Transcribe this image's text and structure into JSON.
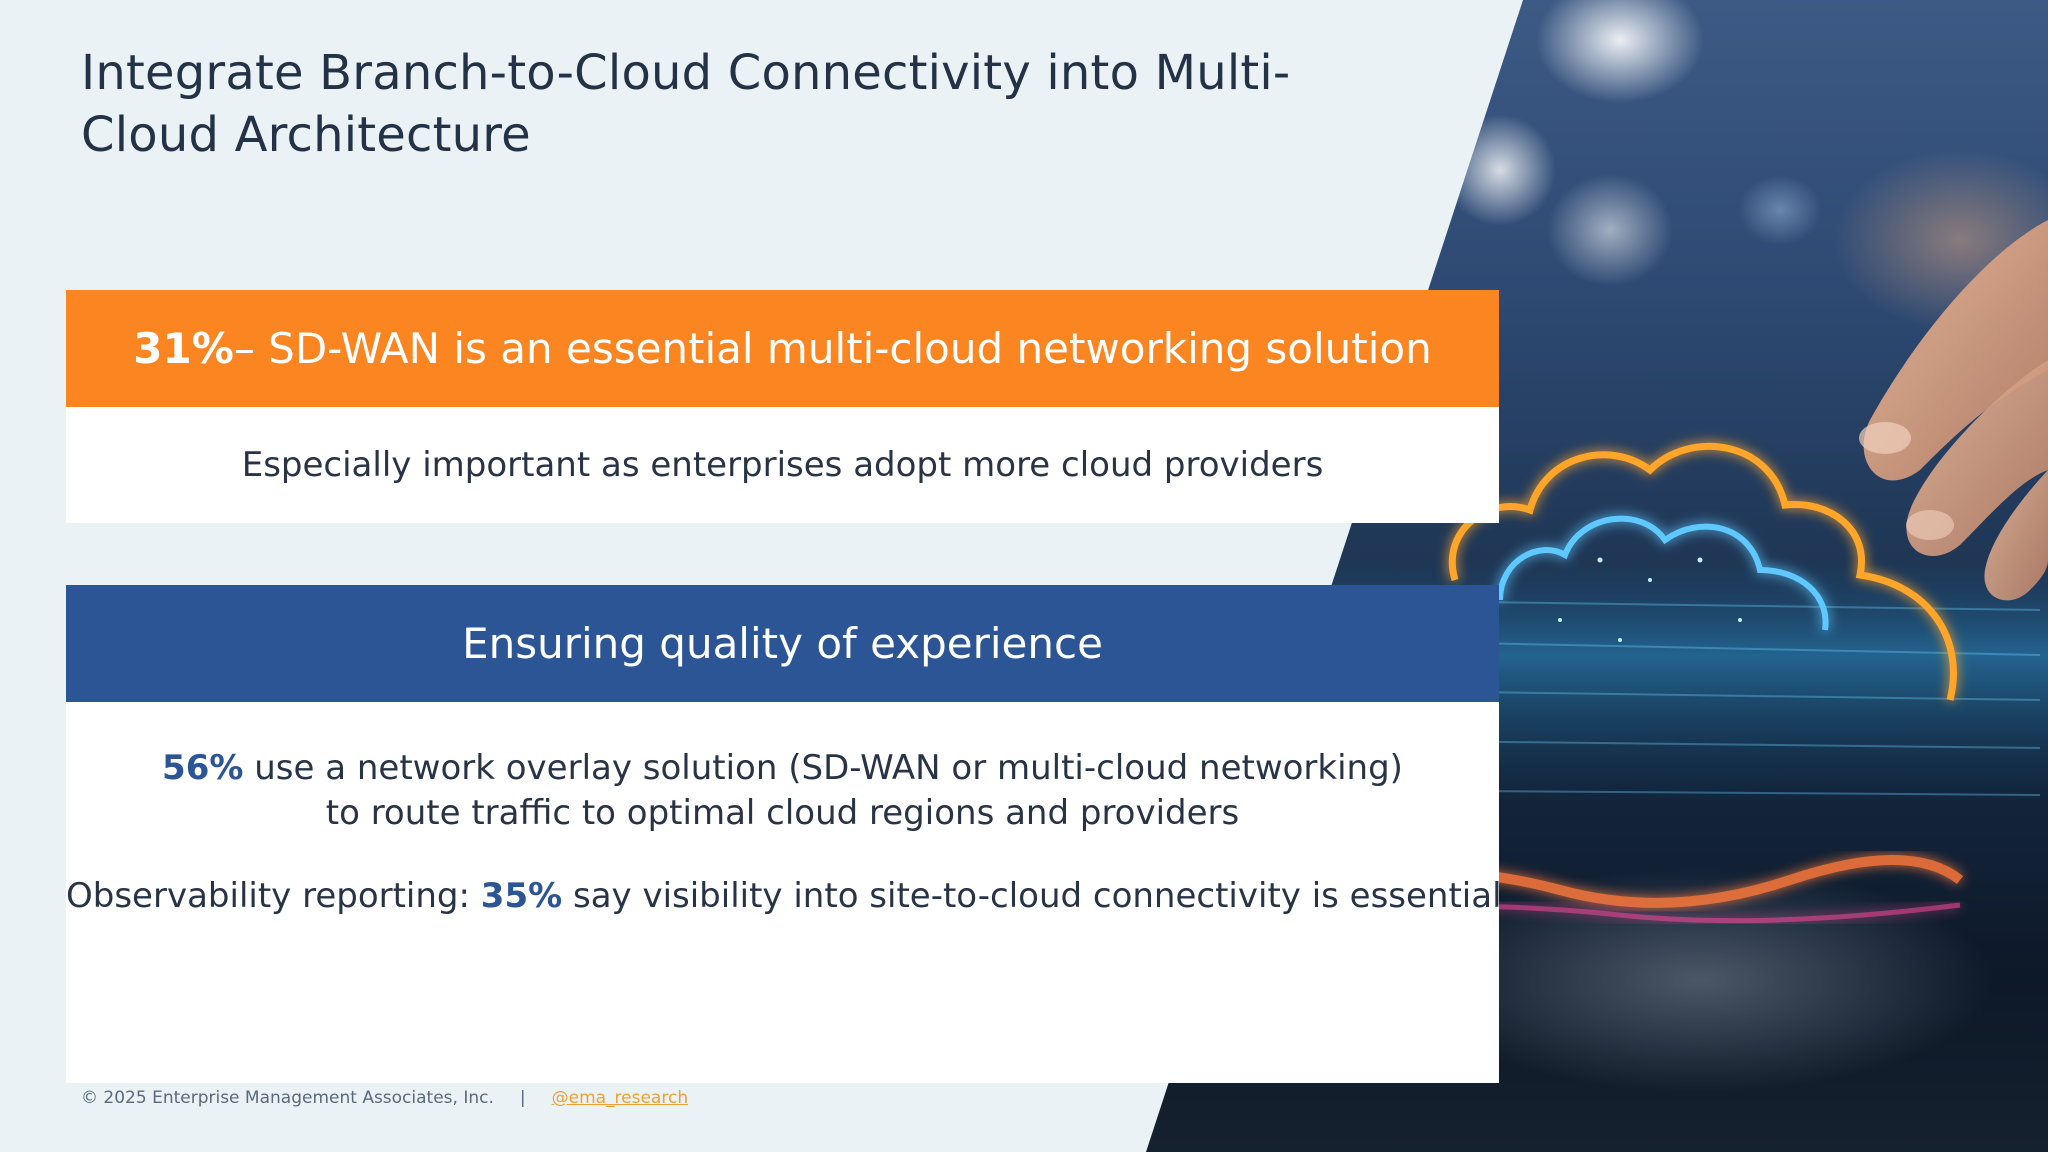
{
  "slide": {
    "title": "Integrate Branch-to-Cloud Connectivity into Multi-Cloud Architecture"
  },
  "card1": {
    "stat": "31%",
    "headline": " – SD-WAN is an essential multi-cloud networking solution",
    "body": "Especially important as enterprises adopt more cloud providers",
    "header_color": "#fb8621"
  },
  "card2": {
    "headline": "Ensuring quality of experience",
    "header_color": "#2c5596",
    "stat1": "56%",
    "line1_rest": " use a network overlay solution (SD-WAN or multi-cloud networking)",
    "line2": "to route traffic to optimal cloud regions and providers",
    "line3_prefix": "Observability reporting: ",
    "stat2": "35%",
    "line3_rest": " say visibility into site-to-cloud connectivity is essential"
  },
  "footer": {
    "copyright": "© 2025 Enterprise Management Associates, Inc.",
    "separator": "|",
    "handle": "@ema_research",
    "link_color": "#f0a030"
  },
  "background": {
    "image_icon": "cloud-hand-photo-icon"
  }
}
